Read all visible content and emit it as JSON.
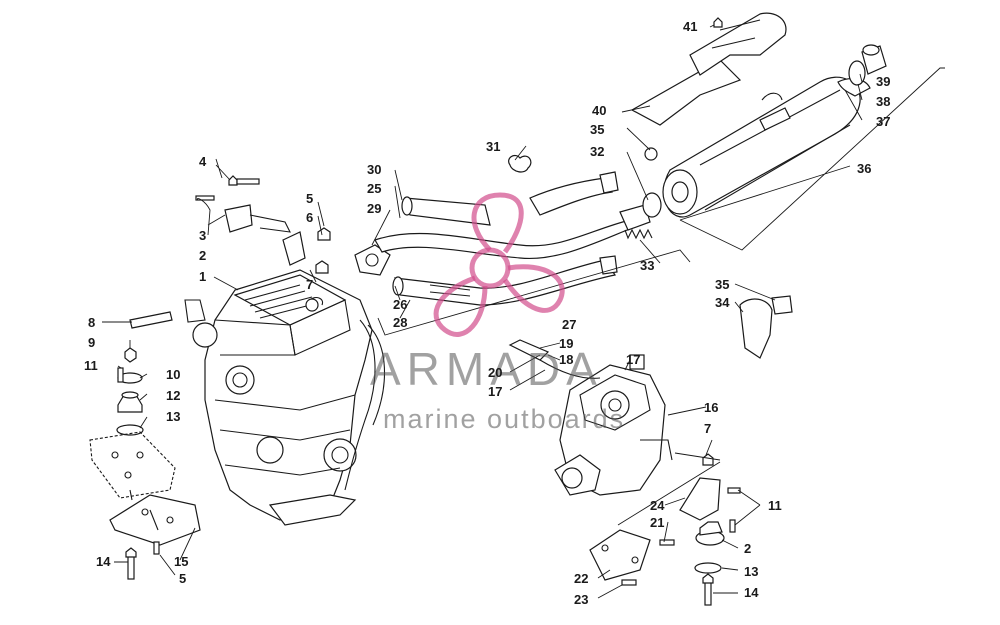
{
  "watermark": {
    "title": "ARMADA",
    "subtitle": "marine outboards",
    "logo_icon": "propeller-logo-icon",
    "logo_color": "#d24d8c"
  },
  "callouts": {
    "c1": "1",
    "c2": "2",
    "c2b": "2",
    "c3": "3",
    "c4": "4",
    "c5": "5",
    "c5b": "5",
    "c6": "6",
    "c7": "7",
    "c7b": "7",
    "c8": "8",
    "c9": "9",
    "c10": "10",
    "c11": "11",
    "c11b": "11",
    "c12": "12",
    "c13": "13",
    "c13b": "13",
    "c14": "14",
    "c14b": "14",
    "c15": "15",
    "c16": "16",
    "c17": "17",
    "c17b": "17",
    "c18": "18",
    "c19": "19",
    "c20": "20",
    "c21": "21",
    "c22": "22",
    "c23": "23",
    "c24": "24",
    "c25": "25",
    "c26": "26",
    "c27": "27",
    "c28": "28",
    "c29": "29",
    "c30": "30",
    "c31": "31",
    "c32": "32",
    "c33": "33",
    "c34": "34",
    "c35": "35",
    "c35b": "35",
    "c36": "36",
    "c37": "37",
    "c38": "38",
    "c39": "39",
    "c40": "40",
    "c41": "41"
  },
  "colors": {
    "line": "#1a1a1a",
    "background": "#ffffff",
    "watermark_text": "#555555"
  }
}
